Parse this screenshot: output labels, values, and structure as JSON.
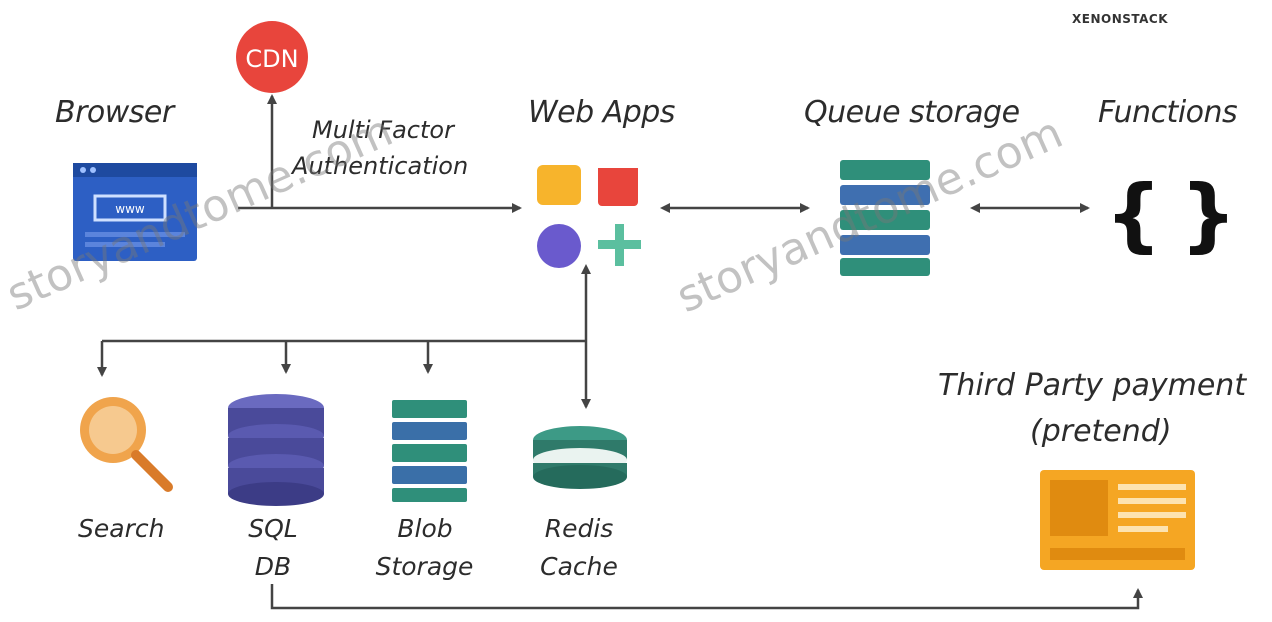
{
  "brand": "XENONSTACK",
  "nodes": {
    "browser": "Browser",
    "cdn": "CDN",
    "browser_screen": "www",
    "mfa_line1": "Multi Factor",
    "mfa_line2": "Authentication",
    "web_apps": "Web Apps",
    "queue_storage": "Queue storage",
    "functions": "Functions",
    "search": "Search",
    "sql_line1": "SQL",
    "sql_line2": "DB",
    "blob_line1": "Blob",
    "blob_line2": "Storage",
    "redis_line1": "Redis",
    "redis_line2": "Cache",
    "third_party_line1": "Third Party payment",
    "third_party_line2": "(pretend)"
  },
  "watermarks": [
    "storyandtome.com",
    "storyandtome.com"
  ],
  "colors": {
    "arrow": "#444444",
    "cdn": "#e8453c",
    "browser": "#2d5fc4",
    "app_yellow": "#f7b42c",
    "app_red": "#e8453c",
    "app_purple": "#6a5acd",
    "app_teal": "#5bbf9f",
    "queue": "#2f8f7a",
    "search": "#f0a44c",
    "sql": "#4a4a9a",
    "blob": "#3a6fa8",
    "redis": "#2f7a6a",
    "payment": "#f5a623"
  }
}
